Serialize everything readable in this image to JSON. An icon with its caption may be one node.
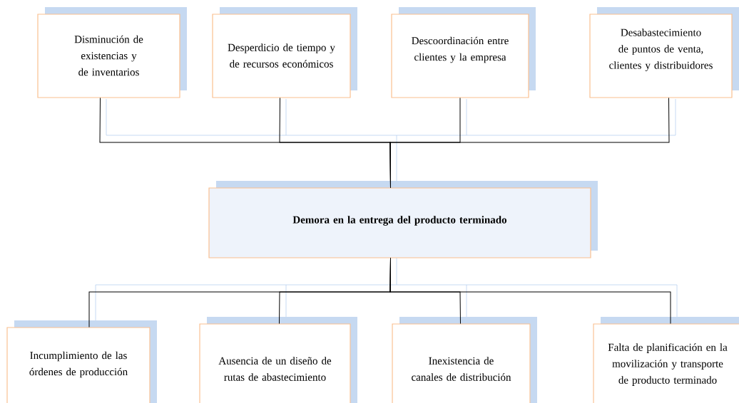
{
  "diagram": {
    "nodes": [
      {
        "text": [
          "Disminución de existencias y de inventarios"
        ]
      },
      {
        "text": [
          "Desperdicio de tiempo y de recursos económicos"
        ]
      },
      {
        "text": [
          "Descoordinación entre clientes y la empresa"
        ]
      },
      {
        "text": [
          "Desabastecimiento de puntos de venta, clientes y distribuidores"
        ]
      },
      {
        "text": [
          "Demora en la entrega del producto terminado"
        ]
      },
      {
        "text": [
          "Incumplimiento de las órdenes de producción"
        ]
      },
      {
        "text": [
          "Ausencia de un diseño de rutas de abastecimiento"
        ]
      },
      {
        "text": [
          "Inexistencia de canales de distribución"
        ]
      },
      {
        "text": [
          "Falta de planificación en la movilización y transporte de producto terminado"
        ]
      }
    ],
    "edges": [
      {
        "from": 0,
        "to": 4,
        "arrow": "none"
      },
      {
        "from": 1,
        "to": 4,
        "arrow": "none"
      },
      {
        "from": 2,
        "to": 4,
        "arrow": "none"
      },
      {
        "from": 3,
        "to": 4,
        "arrow": "none"
      },
      {
        "from": 4,
        "to": 5,
        "arrow": "none"
      },
      {
        "from": 4,
        "to": 6,
        "arrow": "none"
      },
      {
        "from": 4,
        "to": 7,
        "arrow": "none"
      },
      {
        "from": 4,
        "to": 8,
        "arrow": "none"
      }
    ]
  }
}
